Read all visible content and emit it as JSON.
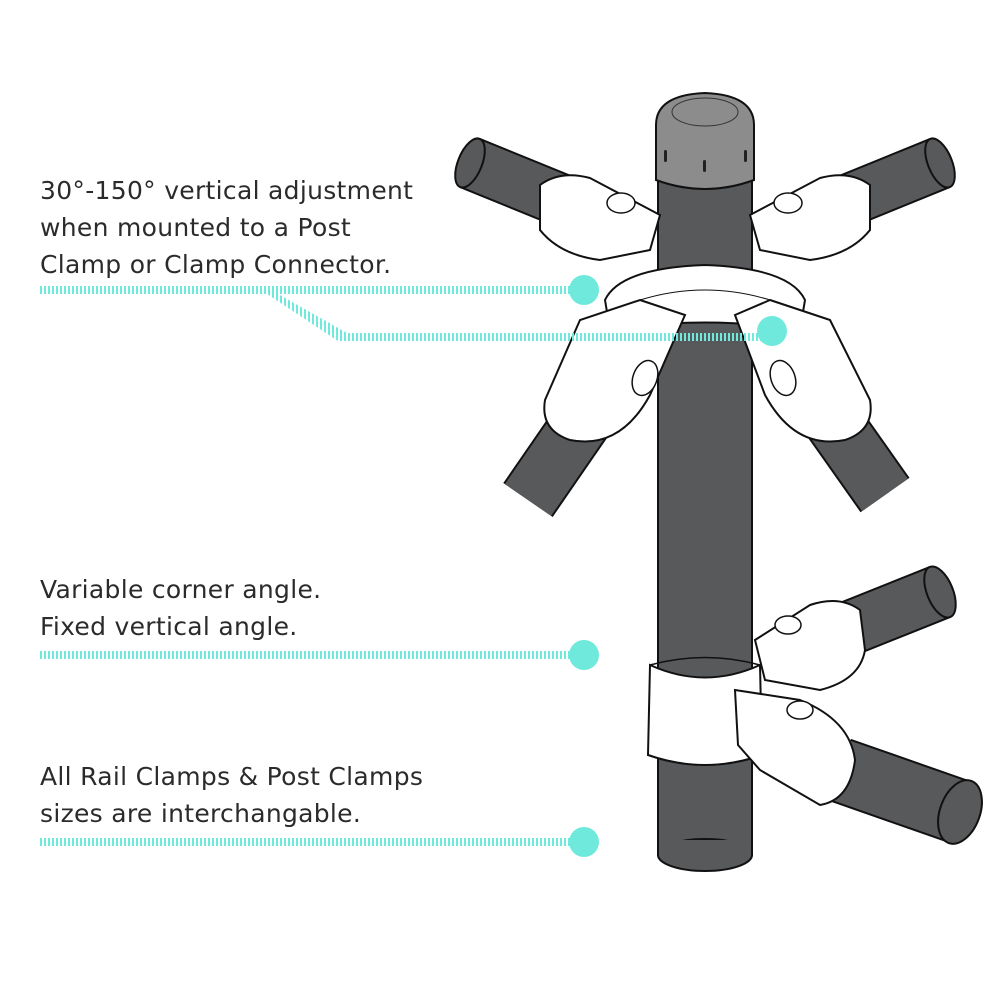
{
  "callouts": [
    {
      "lines": [
        "30°-150° vertical adjustment",
        "when mounted to a Post",
        "Clamp or Clamp Connector."
      ]
    },
    {
      "lines": [
        "Variable corner angle.",
        "Fixed vertical angle."
      ]
    },
    {
      "lines": [
        "All Rail Clamps & Post Clamps",
        "sizes are interchangable."
      ]
    }
  ],
  "colors": {
    "accent": "#6fe9dc",
    "pipe": "#58595b",
    "cap": "#8c8c8c",
    "text": "#2b2b2b"
  }
}
